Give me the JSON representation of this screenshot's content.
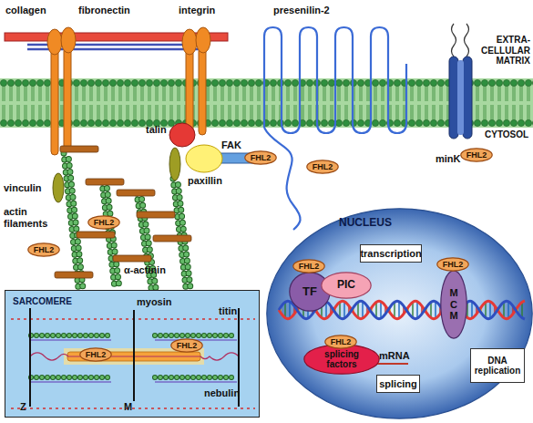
{
  "diagram": {
    "nodes": [
      {
        "text": [
          "FHL2"
        ]
      },
      {
        "text": [
          "FHL2"
        ]
      },
      {
        "text": [
          "FHL2"
        ]
      },
      {
        "text": [
          "FHL2"
        ]
      },
      {
        "text": [
          "FHL2"
        ]
      },
      {
        "text": [
          "NUCLEUS"
        ]
      },
      {
        "text": [
          "transcription"
        ],
        "in": 5
      },
      {
        "text": [
          "TF"
        ],
        "in": 5
      },
      {
        "text": [
          "FHL2"
        ],
        "in": 5
      },
      {
        "text": [
          "PIC"
        ],
        "in": 5
      },
      {
        "text": [
          "FHL2"
        ],
        "in": 5
      },
      {
        "text": [
          "M C M"
        ],
        "in": 5
      },
      {
        "text": [
          "DNA replication"
        ],
        "in": 5
      },
      {
        "text": [
          "FHL2"
        ],
        "in": 5
      },
      {
        "text": [
          "splicing factors"
        ],
        "in": 5
      },
      {
        "text": [
          "splicing"
        ],
        "in": 5
      },
      {
        "text": [
          "SARCOMERE"
        ]
      },
      {
        "text": [
          "FHL2"
        ],
        "in": 16
      },
      {
        "text": [
          "FHL2"
        ],
        "in": 16
      }
    ],
    "labels": [
      "collagen",
      "fibronectin",
      "integrin",
      "presenilin-2",
      "EXTRA- CELLULAR MATRIX",
      "CYTOSOL",
      "vinculin",
      "talin",
      "FAK",
      "paxillin",
      "actin filaments",
      "α-actinin",
      "minK",
      "mRNA",
      "myosin",
      "titin",
      "Z",
      "M",
      "nebulin"
    ]
  }
}
